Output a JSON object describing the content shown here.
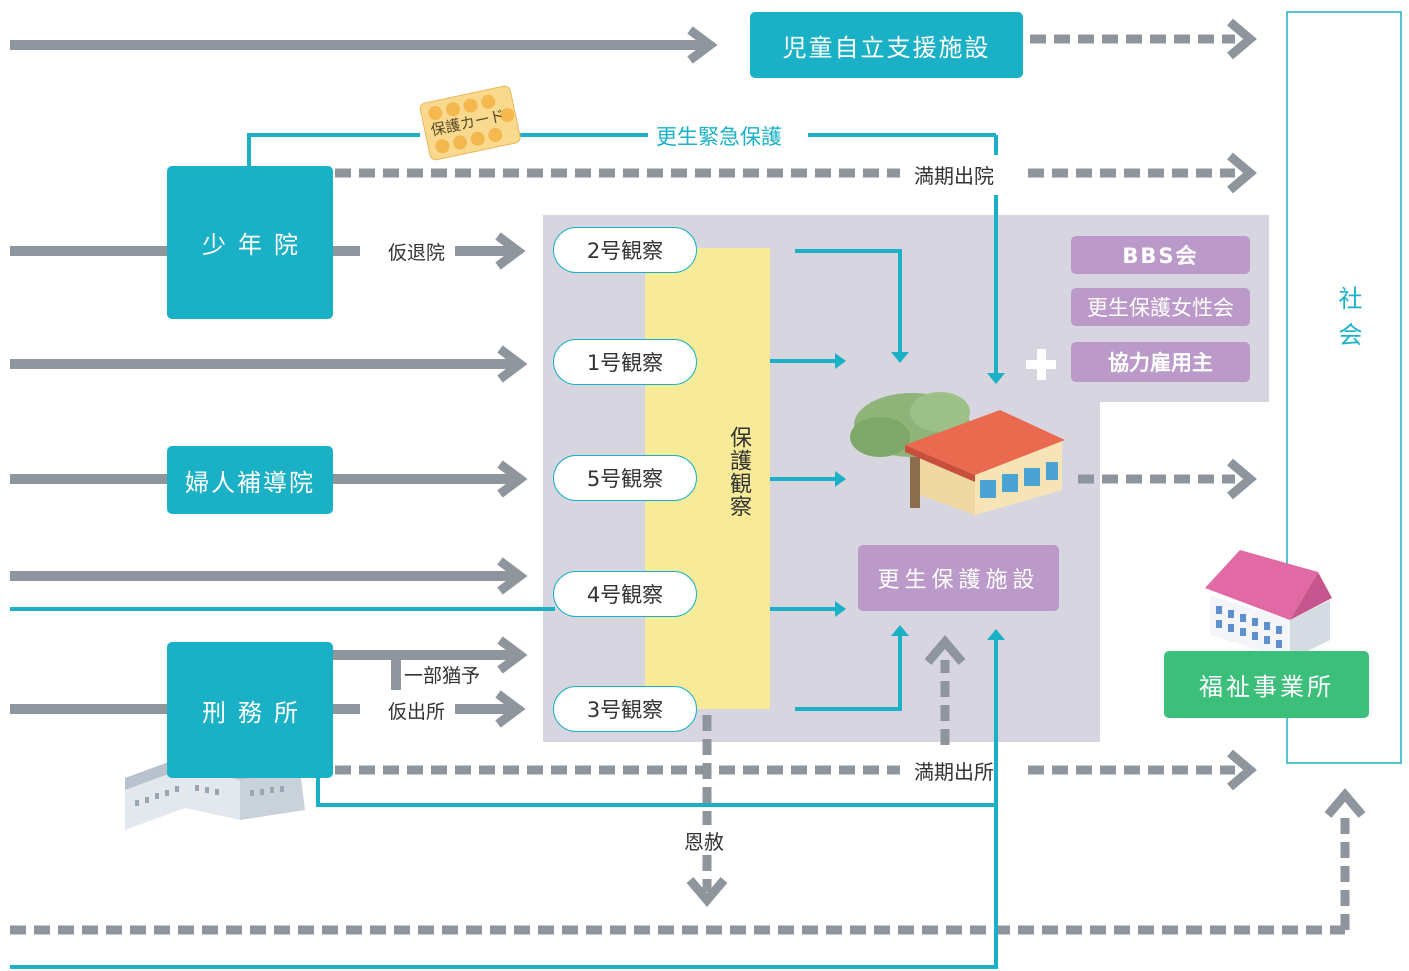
{
  "nodes": {
    "jidou": "児童自立支援施設",
    "shounen": "少年院",
    "fujin": "婦人補導院",
    "keimusho": "刑務所",
    "shakai": "社会",
    "fukushi": "福祉事業所",
    "koseihogo_shisetsu": "更生保護施設",
    "hogo_kansatsu": "保護観察"
  },
  "supervision": [
    "2号観察",
    "1号観察",
    "5号観察",
    "4号観察",
    "3号観察"
  ],
  "supporters": [
    "BBS会",
    "更生保護女性会",
    "協力雇用主"
  ],
  "labels": {
    "kokin": "更生緊急保護",
    "manki_in": "満期出院",
    "karitai": "仮退院",
    "ichibu": "一部猶予",
    "karishutsu": "仮出所",
    "manki_sho": "満期出所",
    "onsha": "恩赦",
    "card": "保護カード"
  },
  "colors": {
    "teal": "#1ab1c6",
    "gray_arrow": "#8e959d",
    "purple": "#bb9ac9",
    "panel": "#d6d5e0",
    "yellow": "#f7eb9a",
    "green": "#3cbf7b"
  }
}
